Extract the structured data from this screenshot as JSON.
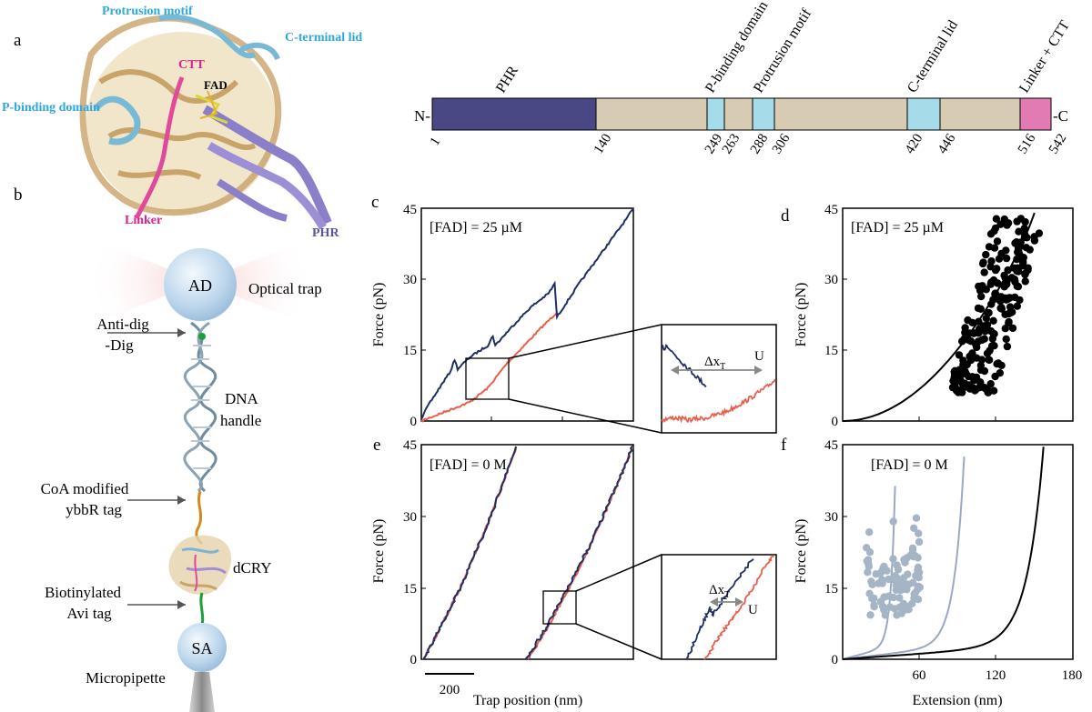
{
  "panels": {
    "a": "a",
    "b": "b",
    "c": "c",
    "d": "d",
    "e": "e",
    "f": "f"
  },
  "structure_labels": {
    "protrusion": "Protrusion motif",
    "cterm_lid": "C-terminal lid",
    "ctt": "CTT",
    "fad": "FAD",
    "pbinding": "P-binding domain",
    "linker": "Linker",
    "phr": "PHR"
  },
  "domain_map": {
    "n_label": "N-",
    "c_label": "-C",
    "domains": [
      {
        "name": "PHR",
        "start": 1,
        "end": 140,
        "color": "#4a4785"
      },
      {
        "name": "P-binding domain",
        "start": 249,
        "end": 263,
        "color": "#a6dbe9"
      },
      {
        "name": "Protrusion motif",
        "start": 288,
        "end": 306,
        "color": "#a6dbe9"
      },
      {
        "name": "C-terminal lid",
        "start": 420,
        "end": 446,
        "color": "#a6dbe9"
      },
      {
        "name": "Linker + CTT",
        "start": 516,
        "end": 542,
        "color": "#e27ab3"
      }
    ],
    "background_color": "#d7cbb4",
    "ticks": [
      "1",
      "140",
      "249",
      "263",
      "288",
      "306",
      "420",
      "446",
      "516",
      "542"
    ]
  },
  "schematic": {
    "bead_top": "AD",
    "optical_trap": "Optical trap",
    "anti_dig_1": "Anti-dig",
    "anti_dig_2": "-Dig",
    "dna_1": "DNA",
    "dna_2": "handle",
    "coa_1": "CoA modified",
    "coa_2": "ybbR tag",
    "dcry": "dCRY",
    "biotin_1": "Biotinylated",
    "biotin_2": "Avi tag",
    "bead_bottom": "SA",
    "micropipette": "Micropipette"
  },
  "chart_data": [
    {
      "id": "c",
      "type": "line",
      "annotation": "[FAD] = 25 µM",
      "ylabel": "Force (pN)",
      "yticks": [
        "0",
        "15",
        "30",
        "45"
      ],
      "ylim": [
        0,
        45
      ],
      "series": [
        {
          "color": "#1f2e63",
          "points": [
            [
              0,
              0.5
            ],
            [
              10,
              3
            ],
            [
              20,
              5
            ],
            [
              35,
              8
            ],
            [
              48,
              10.5
            ],
            [
              55,
              13
            ],
            [
              60,
              11
            ],
            [
              80,
              13.5
            ],
            [
              110,
              16
            ],
            [
              118,
              18
            ],
            [
              122,
              16
            ],
            [
              150,
              20
            ],
            [
              180,
              24
            ],
            [
              210,
              27
            ],
            [
              220,
              29
            ],
            [
              224,
              22
            ],
            [
              260,
              29
            ],
            [
              300,
              36
            ],
            [
              340,
              43
            ],
            [
              350,
              45
            ]
          ]
        },
        {
          "color": "#e8604c",
          "points": [
            [
              0,
              0
            ],
            [
              40,
              2
            ],
            [
              80,
              4
            ],
            [
              110,
              7
            ],
            [
              140,
              12
            ],
            [
              170,
              16
            ],
            [
              200,
              20
            ],
            [
              224,
              23
            ]
          ]
        }
      ]
    },
    {
      "id": "c-inset",
      "type": "line",
      "label_dx": "Δx",
      "label_dx_sub": "T",
      "label_u": "U",
      "series": [
        {
          "color": "#1f2e63",
          "points": [
            [
              0,
              20
            ],
            [
              5,
              22
            ],
            [
              8,
              18
            ],
            [
              14,
              24
            ],
            [
              30,
              34
            ],
            [
              50,
              46
            ],
            [
              70,
              58
            ]
          ]
        },
        {
          "color": "#e8604c",
          "points": [
            [
              0,
              88
            ],
            [
              20,
              86
            ],
            [
              40,
              88
            ],
            [
              70,
              86
            ],
            [
              100,
              80
            ],
            [
              130,
              70
            ],
            [
              160,
              58
            ],
            [
              175,
              50
            ]
          ]
        }
      ]
    },
    {
      "id": "d",
      "type": "scatter",
      "annotation": "[FAD] = 25 µM",
      "ylabel": "Force (pN)",
      "yticks": [
        "0",
        "15",
        "30",
        "45"
      ],
      "ylim": [
        0,
        45
      ],
      "xlim": [
        0,
        180
      ],
      "point_color": "#000000",
      "fit_color": "#000000"
    },
    {
      "id": "e",
      "type": "line",
      "annotation": "[FAD] = 0 M",
      "ylabel": "Force (pN)",
      "yticks": [
        "0",
        "15",
        "30",
        "45"
      ],
      "ylim": [
        0,
        45
      ],
      "xlabel": "Trap position (nm)",
      "scalebar": "200",
      "series": [
        {
          "color": "#e8604c",
          "segment": 1
        },
        {
          "color": "#1f2e63",
          "segment": 1
        },
        {
          "color": "#e8604c",
          "segment": 2
        },
        {
          "color": "#1f2e63",
          "segment": 2
        }
      ]
    },
    {
      "id": "e-inset",
      "type": "line",
      "label_dx": "Δx",
      "label_dx_sub": "T",
      "label_u": "U"
    },
    {
      "id": "f",
      "type": "scatter",
      "annotation": "[FAD] = 0 M",
      "ylabel": "Force (pN)",
      "xlabel": "Extension (nm)",
      "yticks": [
        "0",
        "15",
        "30",
        "45"
      ],
      "xticks": [
        "60",
        "120",
        "180"
      ],
      "ylim": [
        0,
        45
      ],
      "xlim": [
        0,
        180
      ],
      "point_color": "#a6b5c5",
      "fit_color_light": "#9aa8c4",
      "fit_color_dark": "#000000"
    }
  ]
}
